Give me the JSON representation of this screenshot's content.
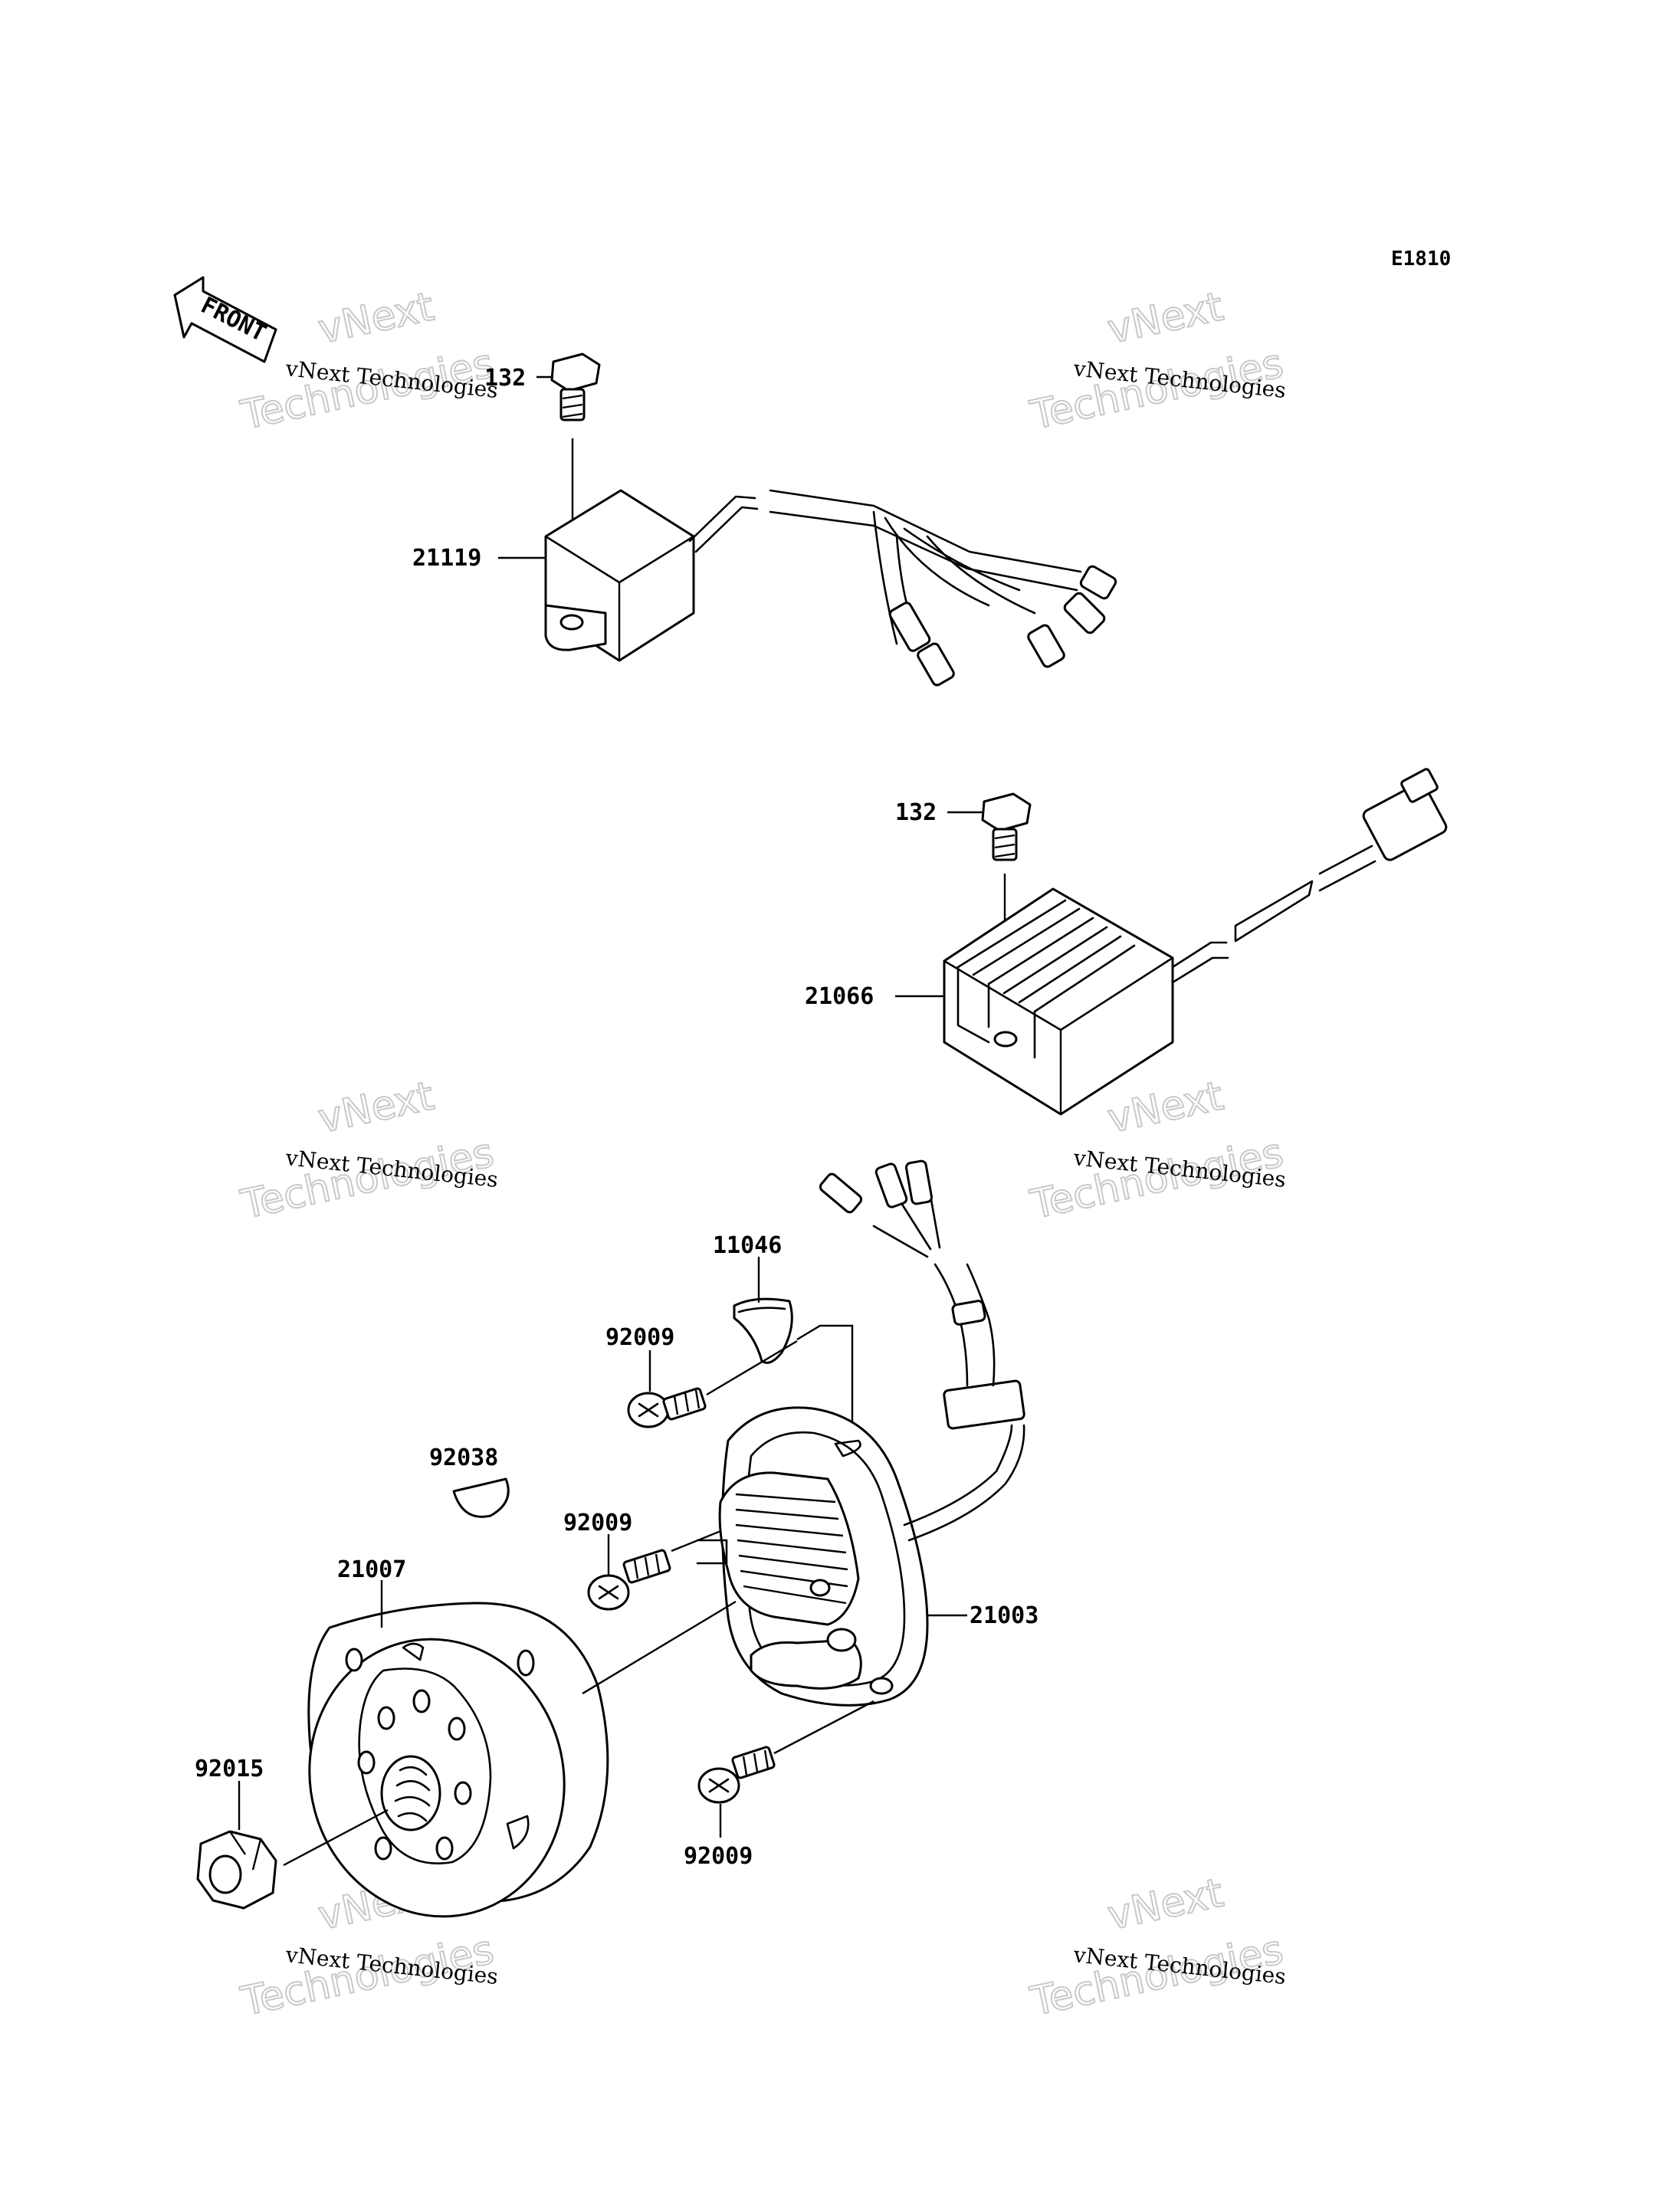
{
  "diagram_code": "E1810",
  "front_label": "FRONT",
  "watermark": {
    "line_small": "vNext Technologies",
    "line_big_1": "vNext",
    "line_big_2": "Technologies"
  },
  "callouts": {
    "bolt_top": "132",
    "ignitor": "21119",
    "bolt_mid": "132",
    "regulator": "21066",
    "plate": "11046",
    "screw_upper": "92009",
    "key": "92038",
    "screw_middle": "92009",
    "rotor": "21007",
    "stator": "21003",
    "nut": "92015",
    "screw_lower": "92009"
  }
}
